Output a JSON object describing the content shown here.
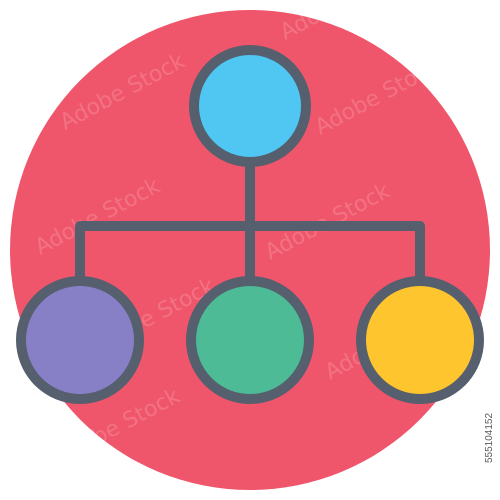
{
  "image_id_text": "555104152",
  "watermark": {
    "text": "Adobe Stock"
  },
  "colors": {
    "background_circle": "#f0566b",
    "connector_line": "#555f6e",
    "node_top": "#4fc7f2",
    "node_left": "#8880c6",
    "node_middle": "#4dbb96",
    "node_right": "#ffc52e"
  },
  "hierarchy": {
    "root": "top-node",
    "children": [
      "left-node",
      "middle-node",
      "right-node"
    ]
  }
}
